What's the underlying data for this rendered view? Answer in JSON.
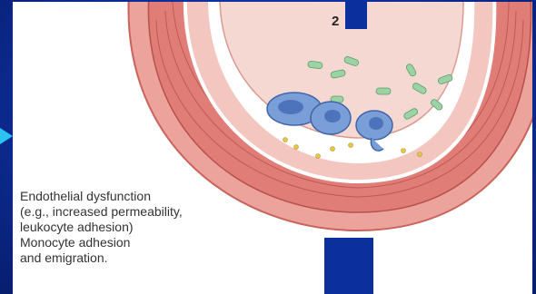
{
  "diagram": {
    "step_number": "2",
    "caption_lines": [
      "Endothelial dysfunction",
      "(e.g., increased permeability,",
      "leukocyte adhesion)",
      "Monocyte adhesion",
      "and emigration."
    ],
    "colors": {
      "background": "#0d2e9a",
      "vessel_wall": "#e58a83",
      "lumen": "#f6d8d2",
      "monocyte": "#7a9ed8",
      "platelet": "#9cd3a4",
      "accent_arrow": "#29c4f2"
    },
    "icons": [
      "arrow-icon"
    ]
  }
}
